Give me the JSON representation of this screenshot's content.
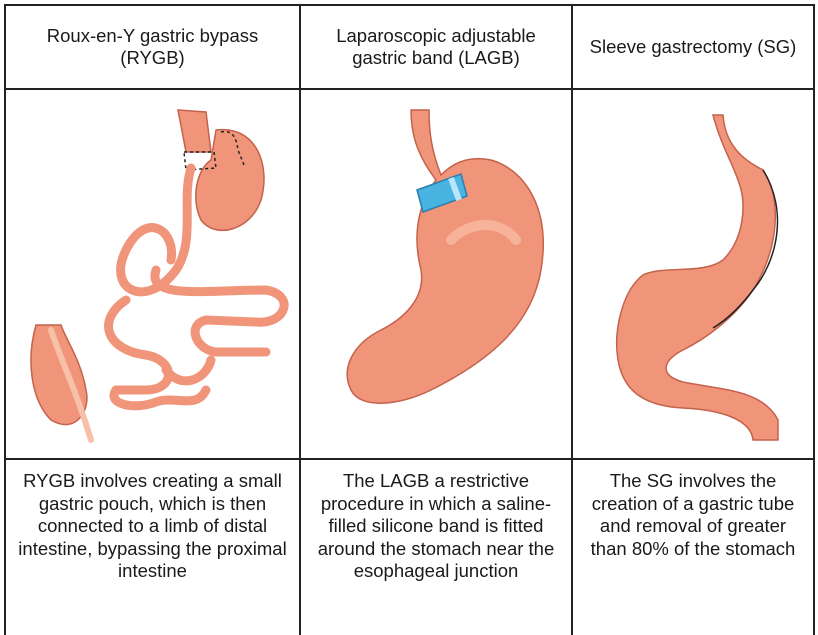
{
  "columns": [
    {
      "header": "Roux-en-Y gastric bypass (RYGB)",
      "caption": "RYGB involves creating a small gastric pouch, which is then connected to a limb of distal intestine, bypassing the proximal intestine",
      "illustration": "rygb-stomach-icon"
    },
    {
      "header": "Laparoscopic adjustable gastric band (LAGB)",
      "caption": "The LAGB a restrictive procedure in which a saline-filled silicone band is fitted around the stomach near the esophageal junction",
      "illustration": "lagb-stomach-icon"
    },
    {
      "header": "Sleeve gastrectomy (SG)",
      "caption": "The SG involves the creation of a gastric tube and removal of greater than 80% of the stomach",
      "illustration": "sleeve-stomach-icon"
    }
  ],
  "colors": {
    "stomach_fill": "#f0957a",
    "stomach_light": "#f8c0a8",
    "stomach_dark": "#d86a52",
    "band": "#49b3e2",
    "border": "#222222"
  }
}
